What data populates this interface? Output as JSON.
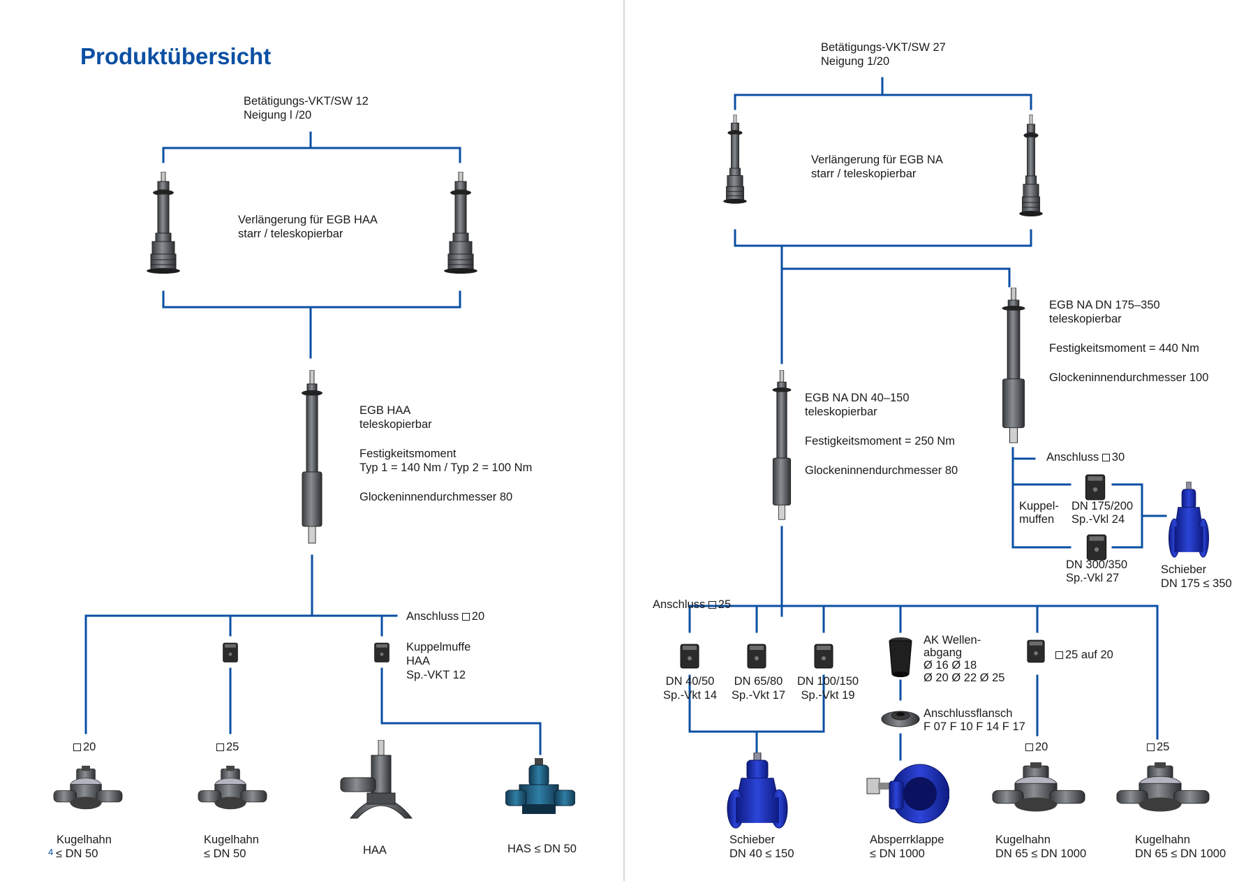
{
  "left": {
    "title": "Produktübersicht",
    "page_number": "4",
    "top_note": [
      "Betätigungs-VKT/SW 12",
      "Neigung l /20"
    ],
    "extension": [
      "Verlängerung für EGB HAA",
      "starr / teleskopierbar"
    ],
    "egb": {
      "name": "EGB HAA",
      "type": "teleskopierbar",
      "strength_label": "Festigkeitsmoment",
      "strength_value": "Typ 1 = 140 Nm / Typ 2 = 100 Nm",
      "bell": "Glockeninnendurchmesser 80"
    },
    "connection": "Anschluss",
    "connection_size": "20",
    "coupling": [
      "Kuppelmuffe",
      "HAA",
      "Sp.-VKT 12"
    ],
    "products": [
      {
        "size": "20",
        "name": "Kugelhahn",
        "spec": "≤ DN 50"
      },
      {
        "size": "25",
        "name": "Kugelhahn",
        "spec": "≤ DN 50"
      },
      {
        "name": "HAA"
      },
      {
        "name": "HAS ≤ DN 50"
      }
    ]
  },
  "right": {
    "top_note": [
      "Betätigungs-VKT/SW 27",
      "Neigung 1/20"
    ],
    "extension": [
      "Verlängerung für EGB NA",
      "starr / teleskopierbar"
    ],
    "egb_large": {
      "name": "EGB NA DN 175–350",
      "type": "teleskopierbar",
      "strength": "Festigkeitsmoment = 440 Nm",
      "bell": "Glockeninnendurchmesser 100"
    },
    "egb_small": {
      "name": "EGB NA DN 40–150",
      "type": "teleskopierbar",
      "strength": "Festigkeitsmoment = 250 Nm",
      "bell": "Glockeninnendurchmesser 80"
    },
    "connection_30": {
      "label": "Anschluss",
      "size": "30"
    },
    "kuppel": [
      "Kuppel-",
      "muffen"
    ],
    "muff_200": [
      "DN 175/200",
      "Sp.-Vkl 24"
    ],
    "muff_350": [
      "DN 300/350",
      "Sp.-Vkl 27"
    ],
    "schieber_large": [
      "Schieber",
      "DN 175 ≤ 350"
    ],
    "connection_25": {
      "label": "Anschluss",
      "size": "25"
    },
    "muff_50": [
      "DN 40/50",
      "Sp.-Vkt 14"
    ],
    "muff_80": [
      "DN 65/80",
      "Sp.-Vkt 17"
    ],
    "muff_150": [
      "DN 100/150",
      "Sp.-Vkt 19"
    ],
    "ak": [
      "AK Wellen-",
      "abgang",
      "Ø 16 Ø 18",
      "Ø 20 Ø 22 Ø 25"
    ],
    "flange": [
      "Anschlussflansch",
      "F 07 F 10 F 14 F 17"
    ],
    "adapter": "25 auf 20",
    "sq20": "20",
    "sq25": "25",
    "products": [
      {
        "name": "Schieber",
        "spec": "DN 40 ≤ 150"
      },
      {
        "name": "Absperrklappe",
        "spec": "≤ DN 1000"
      },
      {
        "name": "Kugelhahn",
        "spec": "DN 65 ≤ DN 1000"
      },
      {
        "name": "Kugelhahn",
        "spec": "DN 65 ≤ DN 1000"
      }
    ]
  },
  "colors": {
    "line": "#0a4fa3",
    "title": "#0a4fa3",
    "valve_blue": "#1a2fb0",
    "metal": "#5f6368"
  }
}
